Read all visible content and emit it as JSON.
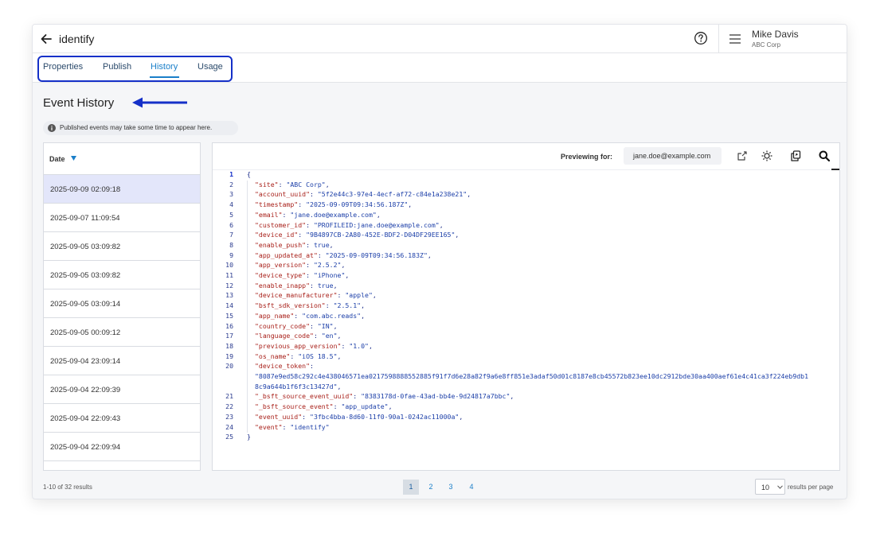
{
  "header": {
    "title": "identify",
    "user_name": "Mike Davis",
    "user_org": "ABC Corp"
  },
  "tabs": [
    {
      "label": "Properties"
    },
    {
      "label": "Publish"
    },
    {
      "label": "History",
      "active": true
    },
    {
      "label": "Usage"
    }
  ],
  "page": {
    "title": "Event History",
    "notice": "Published events may take some time to appear here."
  },
  "date_list": {
    "header": "Date",
    "rows": [
      "2025-09-09 02:09:18",
      "2025-09-07 11:09:54",
      "2025-09-05 03:09:82",
      "2025-09-05 03:09:82",
      "2025-09-05 03:09:14",
      "2025-09-05 00:09:12",
      "2025-09-04 23:09:14",
      "2025-09-04 22:09:39",
      "2025-09-04 22:09:43",
      "2025-09-04 22:09:94"
    ],
    "selected_index": 0
  },
  "preview": {
    "label": "Previewing for:",
    "email": "jane.doe@example.com",
    "lines": [
      {
        "n": "1",
        "text": "{"
      },
      {
        "n": "2",
        "key": "\"site\"",
        "val": "\"ABC Corp\"",
        "tail": ","
      },
      {
        "n": "3",
        "key": "\"account_uuid\"",
        "val": "\"5f2e44c3-97e4-4ecf-af72-c84e1a238e21\"",
        "tail": ","
      },
      {
        "n": "4",
        "key": "\"timestamp\"",
        "val": "\"2025-09-09T09:34:56.187Z\"",
        "tail": ","
      },
      {
        "n": "5",
        "key": "\"email\"",
        "val": "\"jane.doe@example.com\"",
        "tail": ","
      },
      {
        "n": "6",
        "key": "\"customer_id\"",
        "val": "\"PROFILEID:jane.doe@example.com\"",
        "tail": ","
      },
      {
        "n": "7",
        "key": "\"device_id\"",
        "val": "\"9B4897CB-2A80-452E-BDF2-D04DF29EE165\"",
        "tail": ","
      },
      {
        "n": "8",
        "key": "\"enable_push\"",
        "val": "true",
        "tail": ","
      },
      {
        "n": "9",
        "key": "\"app_updated_at\"",
        "val": "\"2025-09-09T09:34:56.183Z\"",
        "tail": ","
      },
      {
        "n": "10",
        "key": "\"app_version\"",
        "val": "\"2.5.2\"",
        "tail": ","
      },
      {
        "n": "11",
        "key": "\"device_type\"",
        "val": "\"iPhone\"",
        "tail": ","
      },
      {
        "n": "12",
        "key": "\"enable_inapp\"",
        "val": "true",
        "tail": ","
      },
      {
        "n": "13",
        "key": "\"device_manufacturer\"",
        "val": "\"apple\"",
        "tail": ","
      },
      {
        "n": "14",
        "key": "\"bsft_sdk_version\"",
        "val": "\"2.5.1\"",
        "tail": ","
      },
      {
        "n": "15",
        "key": "\"app_name\"",
        "val": "\"com.abc.reads\"",
        "tail": ","
      },
      {
        "n": "16",
        "key": "\"country_code\"",
        "val": "\"IN\"",
        "tail": ","
      },
      {
        "n": "17",
        "key": "\"language_code\"",
        "val": "\"en\"",
        "tail": ","
      },
      {
        "n": "18",
        "key": "\"previous_app_version\"",
        "val": "\"1.0\"",
        "tail": ","
      },
      {
        "n": "19",
        "key": "\"os_name\"",
        "val": "\"iOS 18.5\"",
        "tail": ","
      },
      {
        "n": "20",
        "key": "\"device_token\"",
        "val": "",
        "tail": ":"
      },
      {
        "n": "",
        "key": "",
        "val": "\"8087e9ed58c292c4e438046571ea0217598888552885f91f7d6e28a82f9a6e8ff851e3adaf50d01c8187e8cb45572b823ee10dc2912bde30aa400aef61e4c41ca3f224eb9db1",
        "tail": ""
      },
      {
        "n": "",
        "key": "",
        "val": "8c9a644b1f6f3c13427d\"",
        "tail": ","
      },
      {
        "n": "21",
        "key": "\"_bsft_source_event_uuid\"",
        "val": "\"8383178d-0fae-43ad-bb4e-9d24817a7bbc\"",
        "tail": ","
      },
      {
        "n": "22",
        "key": "\"_bsft_source_event\"",
        "val": "\"app_update\"",
        "tail": ","
      },
      {
        "n": "23",
        "key": "\"event_uuid\"",
        "val": "\"3fbc4bba-8d60-11f0-90a1-0242ac11000a\"",
        "tail": ","
      },
      {
        "n": "24",
        "key": "\"event\"",
        "val": "\"identify\"",
        "tail": ""
      },
      {
        "n": "25",
        "text": "}"
      }
    ]
  },
  "footer": {
    "results": "1-10 of 32 results",
    "pages": [
      "1",
      "2",
      "3",
      "4"
    ],
    "active_page": "1",
    "per_page_value": "10",
    "per_page_label": "results per page"
  },
  "colors": {
    "accent": "#1a7fc9",
    "highlight_frame": "#1530c8",
    "selected_row": "#e3e6fa",
    "json_key": "#a8201a",
    "json_value": "#1c3fa8"
  }
}
